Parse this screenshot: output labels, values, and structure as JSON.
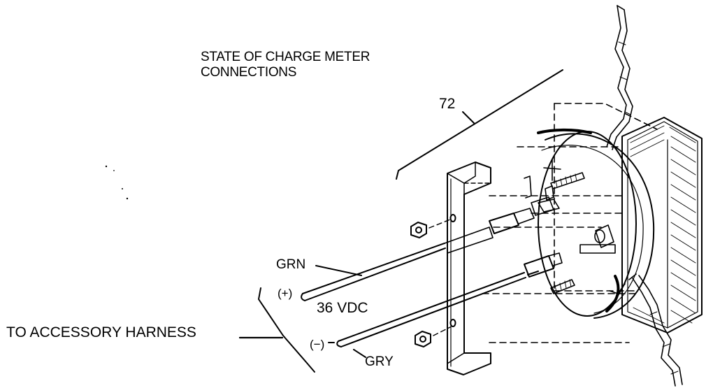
{
  "diagram": {
    "title_line1": "STATE OF CHARGE METER",
    "title_line2": "CONNECTIONS",
    "reference_number": "72",
    "wires": {
      "positive_color": "GRN",
      "positive_polarity": "(+)",
      "negative_color": "GRY",
      "negative_polarity": "(−)",
      "voltage": "36 VDC"
    },
    "harness_label": "TO ACCESSORY HARNESS"
  },
  "colors": {
    "ink": "#000000",
    "background": "#ffffff"
  }
}
